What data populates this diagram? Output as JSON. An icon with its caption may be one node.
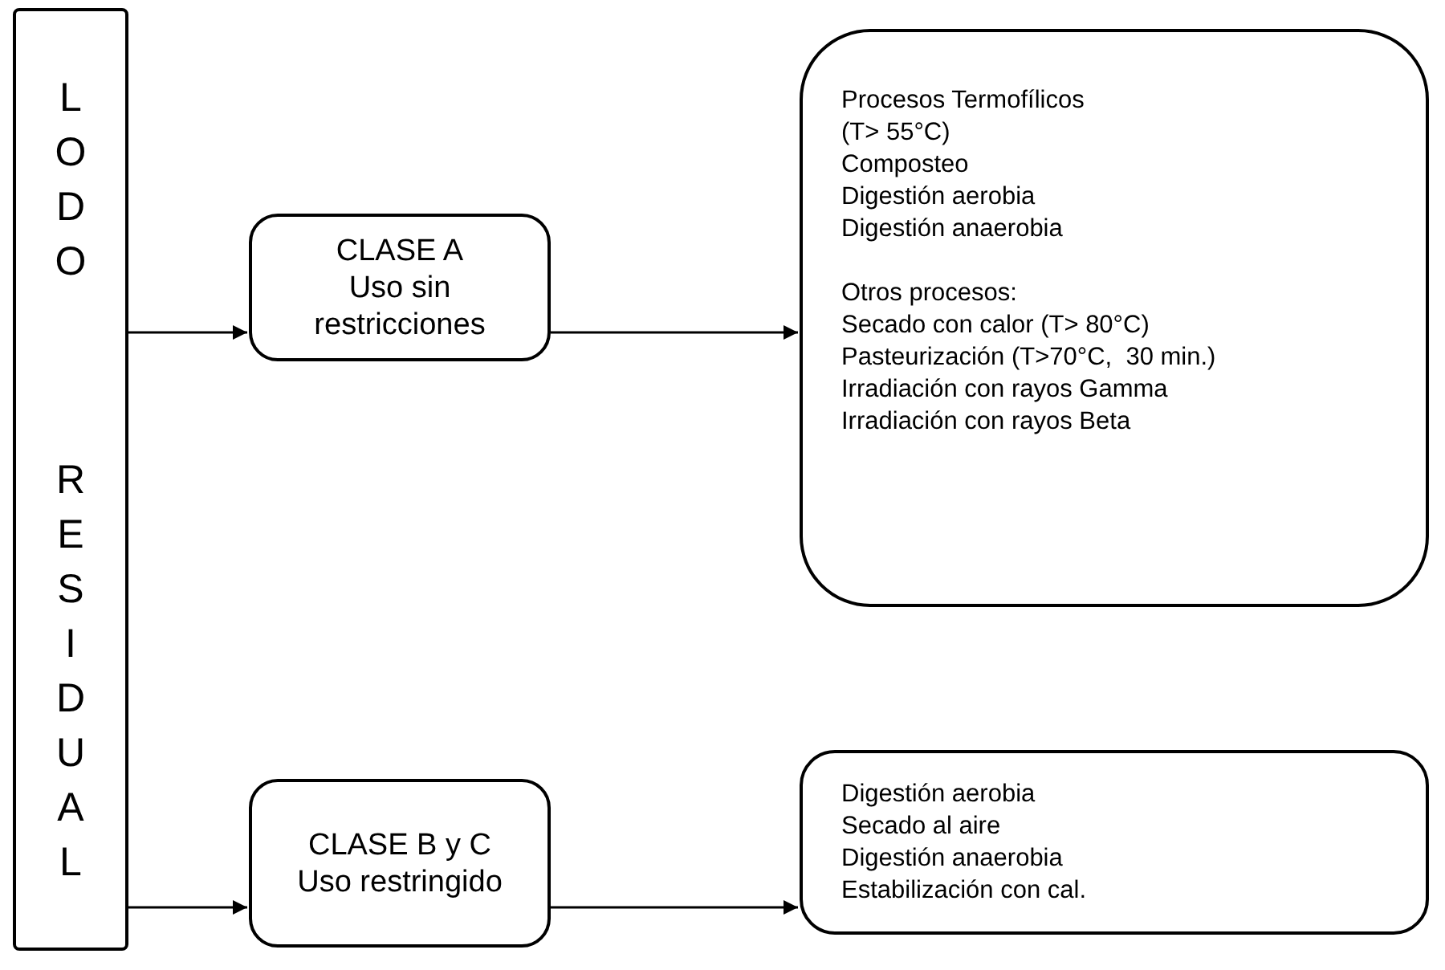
{
  "diagram": {
    "nodes": [
      {
        "text": [
          "LODO",
          "RESIDUAL"
        ]
      },
      {
        "text": [
          "CLASE A",
          "Uso sin restricciones"
        ]
      },
      {
        "text": [
          "Procesos Termofílicos",
          "(T> 55°C)",
          "Composteo",
          "Digestión aerobia",
          "Digestión anaerobia",
          "Otros procesos:",
          "Secado con calor (T> 80°C)",
          "Pasteurización (T>70°C,  30 min.)",
          "Irradiación con rayos Gamma",
          "Irradiación con rayos Beta"
        ]
      },
      {
        "text": [
          "CLASE B y C",
          "Uso restringido"
        ]
      },
      {
        "text": [
          "Digestión aerobia",
          "Secado al aire",
          "Digestión anaerobia",
          "Estabilización con cal."
        ]
      }
    ],
    "edges": [
      {
        "from": 0,
        "to": 1,
        "arrow": "to"
      },
      {
        "from": 1,
        "to": 2,
        "arrow": "to"
      },
      {
        "from": 0,
        "to": 3,
        "arrow": "to"
      },
      {
        "from": 3,
        "to": 4,
        "arrow": "to"
      }
    ]
  }
}
